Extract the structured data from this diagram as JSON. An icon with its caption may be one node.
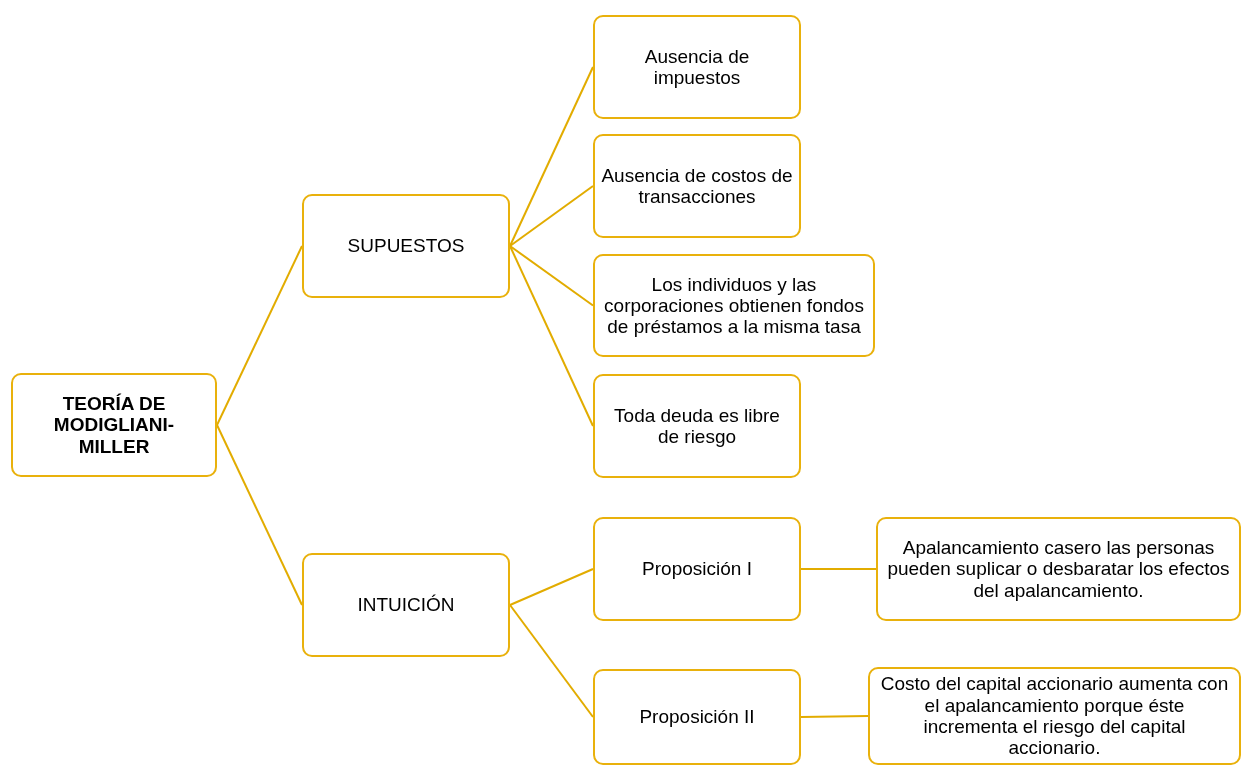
{
  "diagram": {
    "nodes": [
      {
        "text": [
          "TEORÍA DE MODIGLIANI-MILLER"
        ]
      },
      {
        "text": [
          "SUPUESTOS"
        ]
      },
      {
        "text": [
          "INTUICIÓN"
        ]
      },
      {
        "text": [
          "Ausencia de impuestos"
        ]
      },
      {
        "text": [
          "Ausencia de costos de transacciones"
        ]
      },
      {
        "text": [
          "Los individuos y las corporaciones obtienen fondos de préstamos a la misma tasa"
        ]
      },
      {
        "text": [
          "Toda deuda es libre de riesgo"
        ]
      },
      {
        "text": [
          "Proposición I"
        ]
      },
      {
        "text": [
          "Proposición II"
        ]
      },
      {
        "text": [
          "Apalancamiento casero las personas pueden suplicar o desbaratar los efectos del apalancamiento."
        ]
      },
      {
        "text": [
          "Costo del capital accionario aumenta con el apalancamiento porque éste incrementa el riesgo del capital accionario."
        ]
      }
    ],
    "edges": [
      {
        "from": 0,
        "to": 1,
        "arrow": "none"
      },
      {
        "from": 0,
        "to": 2,
        "arrow": "none"
      },
      {
        "from": 1,
        "to": 3,
        "arrow": "none"
      },
      {
        "from": 1,
        "to": 4,
        "arrow": "none"
      },
      {
        "from": 1,
        "to": 5,
        "arrow": "none"
      },
      {
        "from": 1,
        "to": 6,
        "arrow": "none"
      },
      {
        "from": 2,
        "to": 7,
        "arrow": "none"
      },
      {
        "from": 2,
        "to": 8,
        "arrow": "none"
      },
      {
        "from": 7,
        "to": 9,
        "arrow": "none"
      },
      {
        "from": 8,
        "to": 10,
        "arrow": "none"
      }
    ]
  }
}
